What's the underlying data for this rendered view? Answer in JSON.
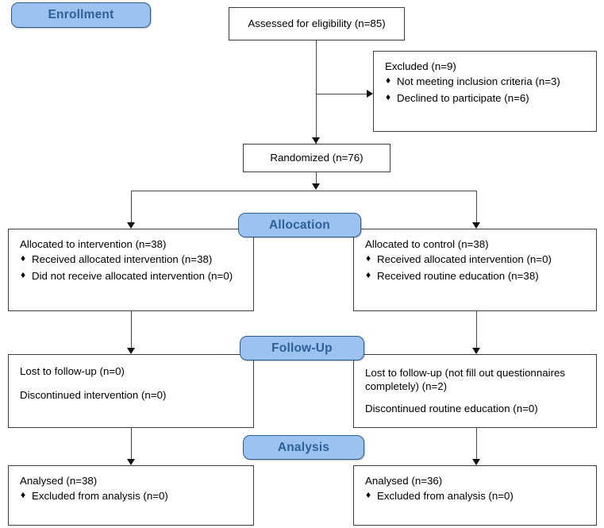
{
  "diagram": {
    "title": "CONSORT participant flow diagram",
    "bullet_glyph": "♦",
    "colors": {
      "badge_fill": "#9cc3f0",
      "badge_border": "#2e5f93",
      "badge_text": "#2d6099",
      "box_border": "#3f3f3f",
      "connector": "#4a4a4a",
      "text": "#000000",
      "background": "#ffffff"
    }
  },
  "stages": {
    "enrollment": "Enrollment",
    "allocation": "Allocation",
    "followup": "Follow-Up",
    "analysis": "Analysis"
  },
  "nodes": {
    "assessed": {
      "text": "Assessed for eligibility (n=85)"
    },
    "excluded": {
      "heading": "Excluded (n=9)",
      "items": [
        "Not meeting inclusion criteria (n=3)",
        "Declined to participate (n=6)"
      ]
    },
    "randomized": {
      "text": "Randomized (n=76)"
    },
    "allocation_left": {
      "heading": "Allocated to intervention (n=38)",
      "items": [
        "Received allocated intervention (n=38)",
        "Did not receive allocated intervention (n=0)"
      ]
    },
    "allocation_right": {
      "heading": "Allocated to control (n=38)",
      "items": [
        "Received allocated intervention (n=0)",
        "Received routine education (n=38)"
      ]
    },
    "followup_left": {
      "line1": "Lost to follow-up (n=0)",
      "line2": "Discontinued intervention (n=0)"
    },
    "followup_right": {
      "line1": "Lost to follow-up (not fill out questionnaires completely) (n=2)",
      "line2": "Discontinued routine education (n=0)"
    },
    "analysis_left": {
      "heading": "Analysed (n=38)",
      "items": [
        "Excluded from analysis (n=0)"
      ]
    },
    "analysis_right": {
      "heading": "Analysed (n=36)",
      "items": [
        "Excluded from analysis (n=0)"
      ]
    }
  }
}
